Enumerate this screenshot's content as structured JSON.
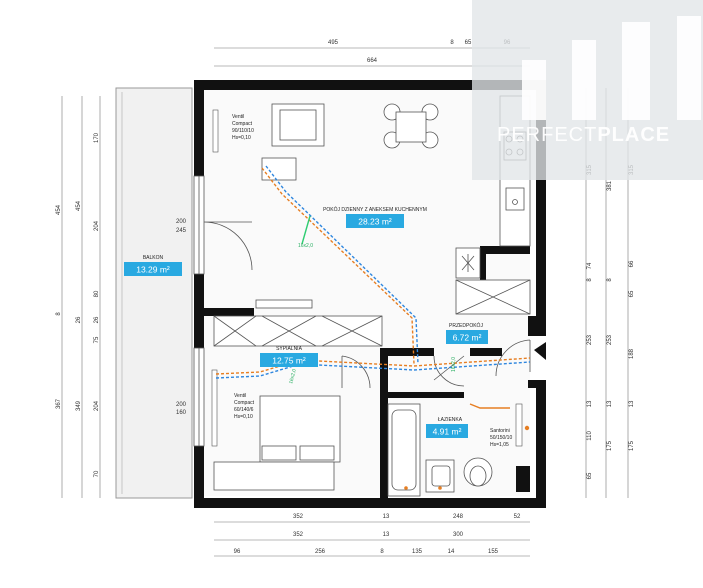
{
  "watermark": {
    "part1": "PERFECT",
    "part2": "PLACE"
  },
  "rooms": {
    "living": {
      "name": "POKÓJ DZIENNY Z ANEKSEM KUCHENNYM",
      "area": "28.23 m²"
    },
    "balcony": {
      "name": "BALKON",
      "area": "13.29 m²"
    },
    "bedroom": {
      "name": "SYPIALNIA",
      "area": "12.75 m²"
    },
    "hall": {
      "name": "PRZEDPOKÓJ",
      "area": "6.72 m²"
    },
    "bath": {
      "name": "ŁAZIENKA",
      "area": "4.91 m²"
    }
  },
  "fixtures": {
    "vent_top": [
      "Ventil",
      "Compact",
      "90/110/10",
      "Hs=0,10"
    ],
    "vent_bottom": [
      "Ventil",
      "Compact",
      "60/140/6",
      "Hs=0,10"
    ],
    "sanitary": [
      "Santorini",
      "50/150/10",
      "Hs=1,05"
    ],
    "pipe_a": "16x2,0",
    "pipe_b": "16x2,0",
    "pipe_c": "16x2,0"
  },
  "dimensions": {
    "top1": [
      "495",
      "8",
      "65",
      "96"
    ],
    "top2": "664",
    "bottom1": [
      "352",
      "13",
      "248",
      "52"
    ],
    "bottom2": [
      "352",
      "13",
      "300"
    ],
    "bottom3": [
      "96",
      "256",
      "8",
      "135",
      "14",
      "155"
    ],
    "left_outer": [
      "454",
      "8",
      "367"
    ],
    "left_mid": [
      "454",
      "26",
      "349"
    ],
    "left_inner": [
      "170",
      "204",
      "80",
      "26",
      "75",
      "204",
      "70"
    ],
    "right_outer": [
      "315",
      "74",
      "8",
      "253",
      "13",
      "110",
      "65"
    ],
    "right_mid": [
      "381",
      "8",
      "253",
      "13",
      "175"
    ],
    "right_inner": [
      "315",
      "66",
      "65",
      "188",
      "13",
      "175"
    ],
    "window_top": [
      "200",
      "245"
    ],
    "window_bottom": [
      "200",
      "160"
    ]
  }
}
